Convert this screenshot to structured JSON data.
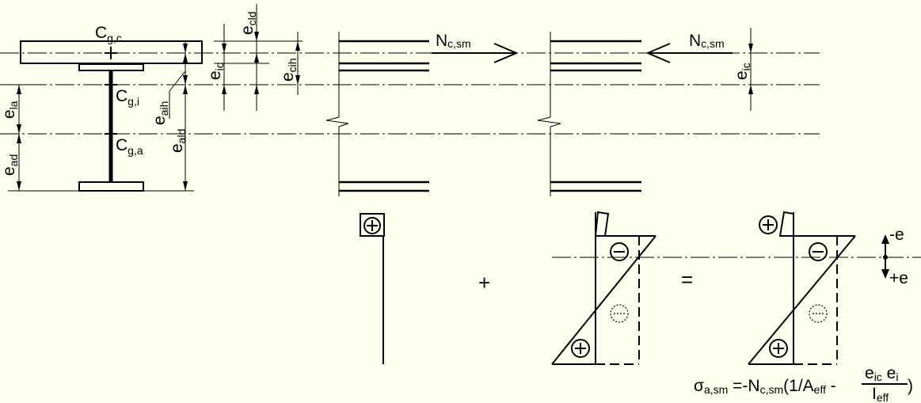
{
  "labels": {
    "cg_c": "C",
    "cg_c_sub": "g,c",
    "cg_i": "C",
    "cg_i_sub": "g,i",
    "cg_a": "C",
    "cg_a_sub": "g,a",
    "e_la": "e",
    "e_la_sub": "la",
    "e_ad": "e",
    "e_ad_sub": "ad",
    "e_aih": "e",
    "e_aih_sub": "aih",
    "e_ald": "e",
    "e_ald_sub": "ald",
    "e_ic": "e",
    "e_ic_sub": "ic",
    "e_cld": "e",
    "e_cld_sub": "cld",
    "e_cih": "e",
    "e_cih_sub": "cih",
    "n1": "N",
    "n1_sub": "c,sm",
    "n2": "N",
    "n2_sub": "c,sm",
    "e_ic_right": "e",
    "e_ic_right_sub": "ic",
    "minus_e": "-e",
    "plus_e": "+e",
    "plus_sign": "+",
    "equals_sign": "="
  },
  "formula": {
    "sigma": "σ",
    "sigma_sub": "a,sm",
    "eq": " =-N",
    "n_sub": "c,sm",
    "open": "(1/A",
    "a_sub": "eff",
    "minus": " -",
    "num_e1": "e",
    "num_e1_sub": "ic",
    "num_e2": " e",
    "num_e2_sub": "i",
    "den": "I",
    "den_sub": "eff",
    "close": ")"
  }
}
